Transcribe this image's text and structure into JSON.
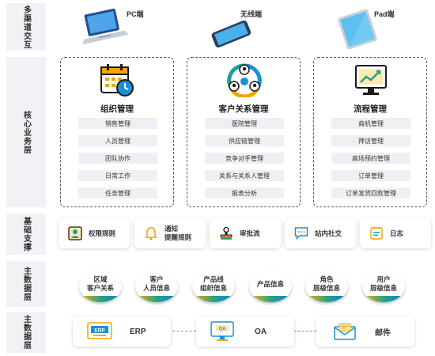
{
  "layers": [
    {
      "label": "多渠道交互"
    },
    {
      "label": "核心业务层"
    },
    {
      "label": "基础支撑"
    },
    {
      "label": "主数据层"
    },
    {
      "label": "主数据层"
    }
  ],
  "devices": [
    {
      "label": "PC端",
      "icon": "laptop-icon"
    },
    {
      "label": "无线端",
      "icon": "phone-icon"
    },
    {
      "label": "Pad端",
      "icon": "tablet-icon"
    }
  ],
  "core": [
    {
      "title": "组织管理",
      "icon": "calendar-clock-icon",
      "items": [
        "销售管理",
        "人员管理",
        "团队协作",
        "日常工作",
        "任务管理"
      ]
    },
    {
      "title": "客户关系管理",
      "icon": "people-network-icon",
      "items": [
        "医院管理",
        "供应链管理",
        "竞争对手管理",
        "关系与关系人管理",
        "报表分析"
      ]
    },
    {
      "title": "流程管理",
      "icon": "chart-monitor-icon",
      "items": [
        "商机管理",
        "拜访管理",
        "高场预约管理",
        "订单管理",
        "订单发货回款管理"
      ]
    }
  ],
  "support": [
    {
      "label": "权限规则",
      "icon": "user-card-icon"
    },
    {
      "label": "通知\n提醒规则",
      "icon": "bell-icon"
    },
    {
      "label": "审批流",
      "icon": "stamp-icon"
    },
    {
      "label": "站内社交",
      "icon": "chat-icon"
    },
    {
      "label": "日志",
      "icon": "log-icon"
    }
  ],
  "master_data": [
    {
      "label": "区域\n客户关系"
    },
    {
      "label": "客户\n人员信息"
    },
    {
      "label": "产品线\n组织信息"
    },
    {
      "label": "产品信息"
    },
    {
      "label": "角色\n层级信息"
    },
    {
      "label": "用户\n层级信息"
    }
  ],
  "systems": [
    {
      "label": "ERP",
      "icon": "erp-icon"
    },
    {
      "label": "OA",
      "icon": "oa-monitor-icon"
    },
    {
      "label": "邮件",
      "icon": "mail-icon"
    }
  ],
  "colors": {
    "accent_blue": "#1a8fd8",
    "accent_orange": "#f0a500",
    "accent_green": "#20a090",
    "panel_gray": "#f0f2f5"
  }
}
